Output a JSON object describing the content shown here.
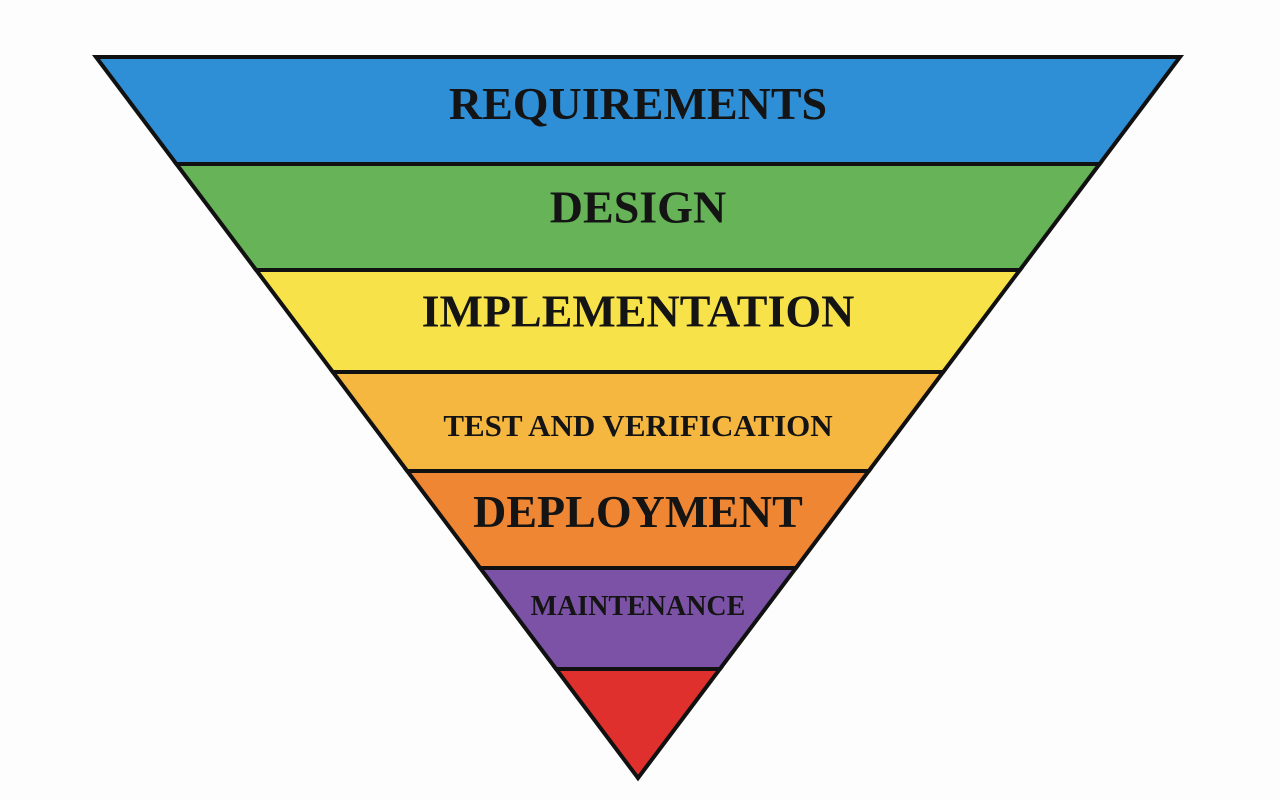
{
  "diagram": {
    "type": "inverted-pyramid",
    "layers": [
      {
        "label": "REQUIREMENTS",
        "color": "#2f8fd6"
      },
      {
        "label": "DESIGN",
        "color": "#66b457"
      },
      {
        "label": "IMPLEMENTATION",
        "color": "#f7e24a"
      },
      {
        "label": "TEST AND VERIFICATION",
        "color": "#f5b73f"
      },
      {
        "label": "DEPLOYMENT",
        "color": "#ee8634"
      },
      {
        "label": "MAINTENANCE",
        "color": "#7b52a6"
      },
      {
        "label": "",
        "color": "#e0302d"
      }
    ]
  }
}
